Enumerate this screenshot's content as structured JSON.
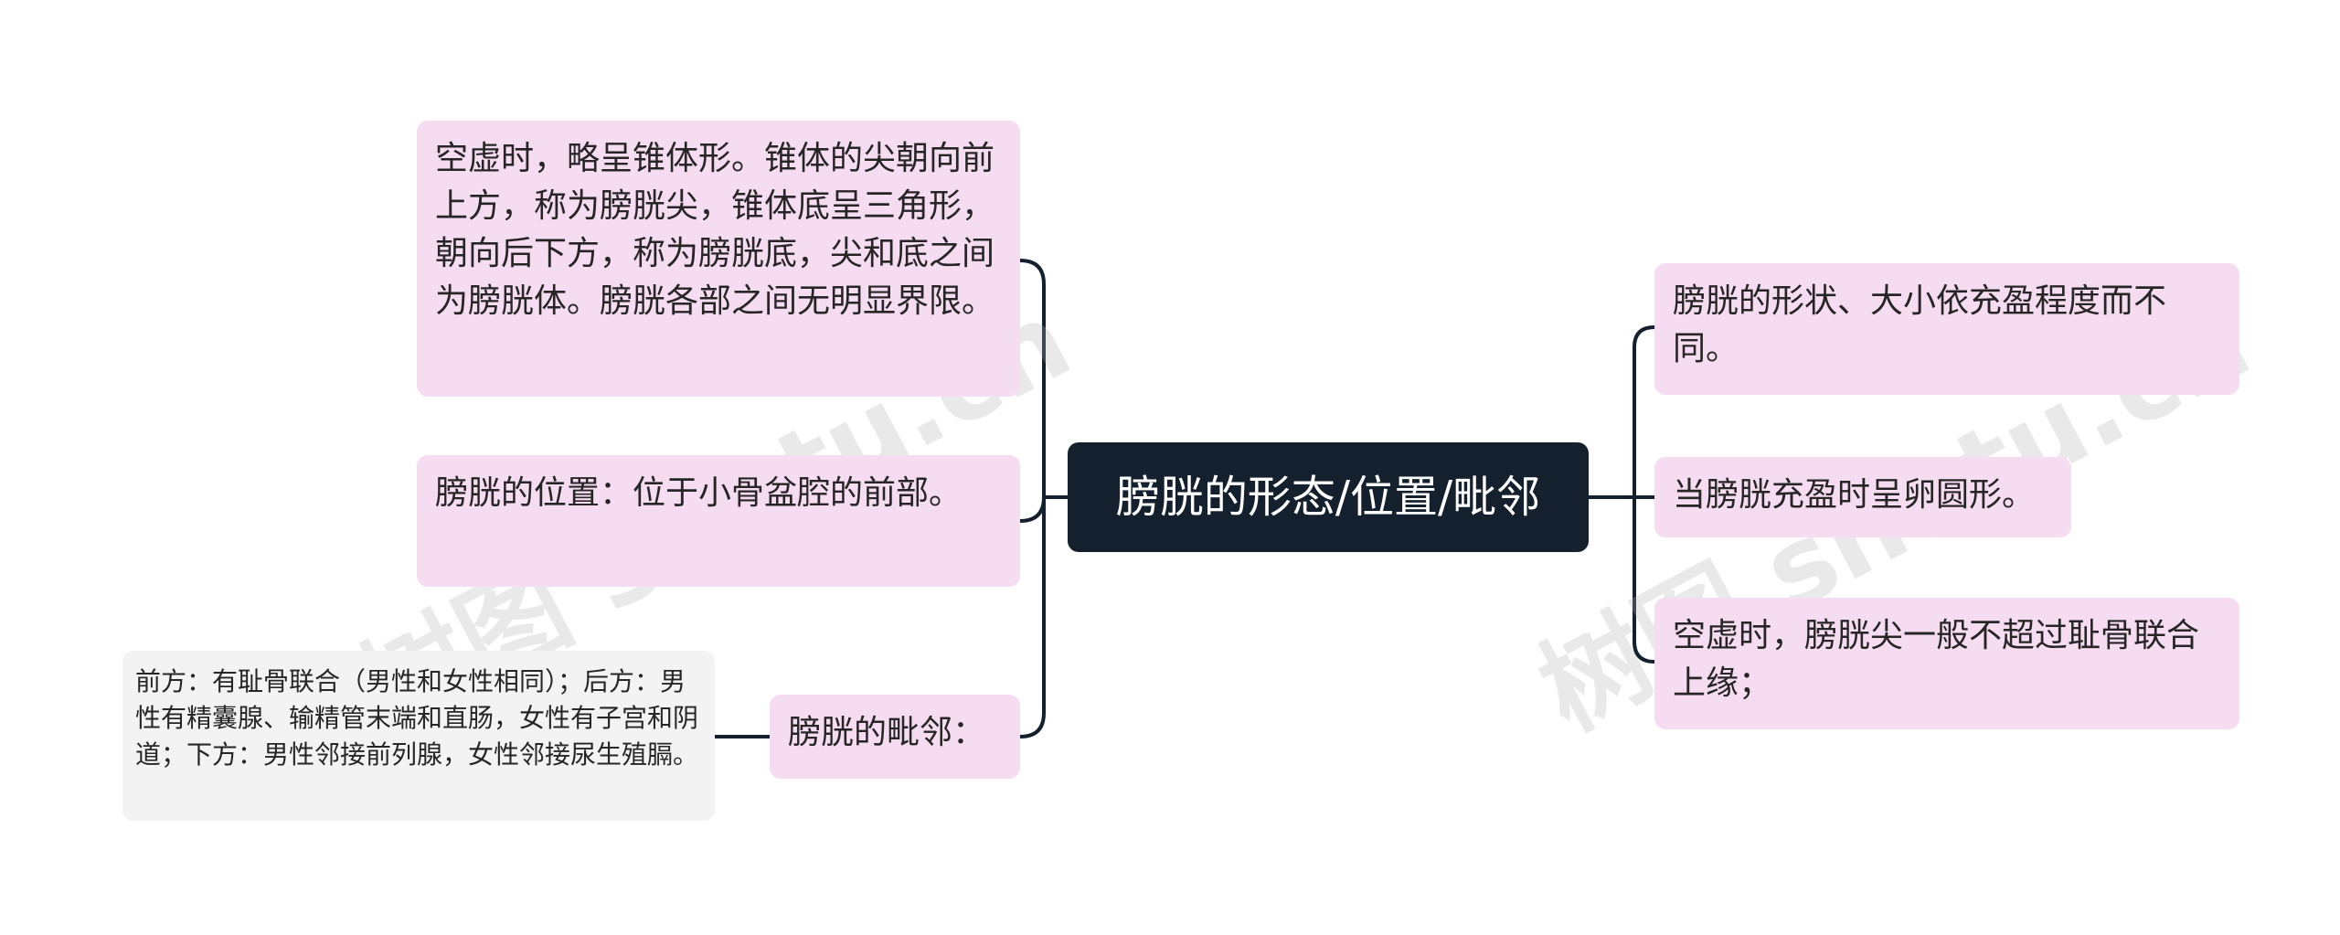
{
  "root": {
    "label": "膀胱的形态/位置/毗邻"
  },
  "left": [
    {
      "text": "空虚时，略呈锥体形。锥体的尖朝向前上方，称为膀胱尖，锥体底呈三角形，朝向后下方，称为膀胱底，尖和底之间为膀胱体。膀胱各部之间无明显界限。"
    },
    {
      "text": "膀胱的位置：位于小骨盆腔的前部。"
    },
    {
      "text": "膀胱的毗邻："
    }
  ],
  "left_sub": {
    "text": "前方：有耻骨联合（男性和女性相同）；后方：男性有精囊腺、输精管末端和直肠，女性有子宫和阴道；下方：男性邻接前列腺，女性邻接尿生殖膈。"
  },
  "right": [
    {
      "text": "膀胱的形状、大小依充盈程度而不同。"
    },
    {
      "text": "当膀胱充盈时呈卵圆形。"
    },
    {
      "text": "空虚时，膀胱尖一般不超过耻骨联合上缘；"
    }
  ],
  "watermark": "树图 shutu.cn",
  "colors": {
    "root_bg": "#14202e",
    "node_bg": "#f6dcf0",
    "leaf_bg": "#f3f3f3",
    "line": "#14202e"
  }
}
